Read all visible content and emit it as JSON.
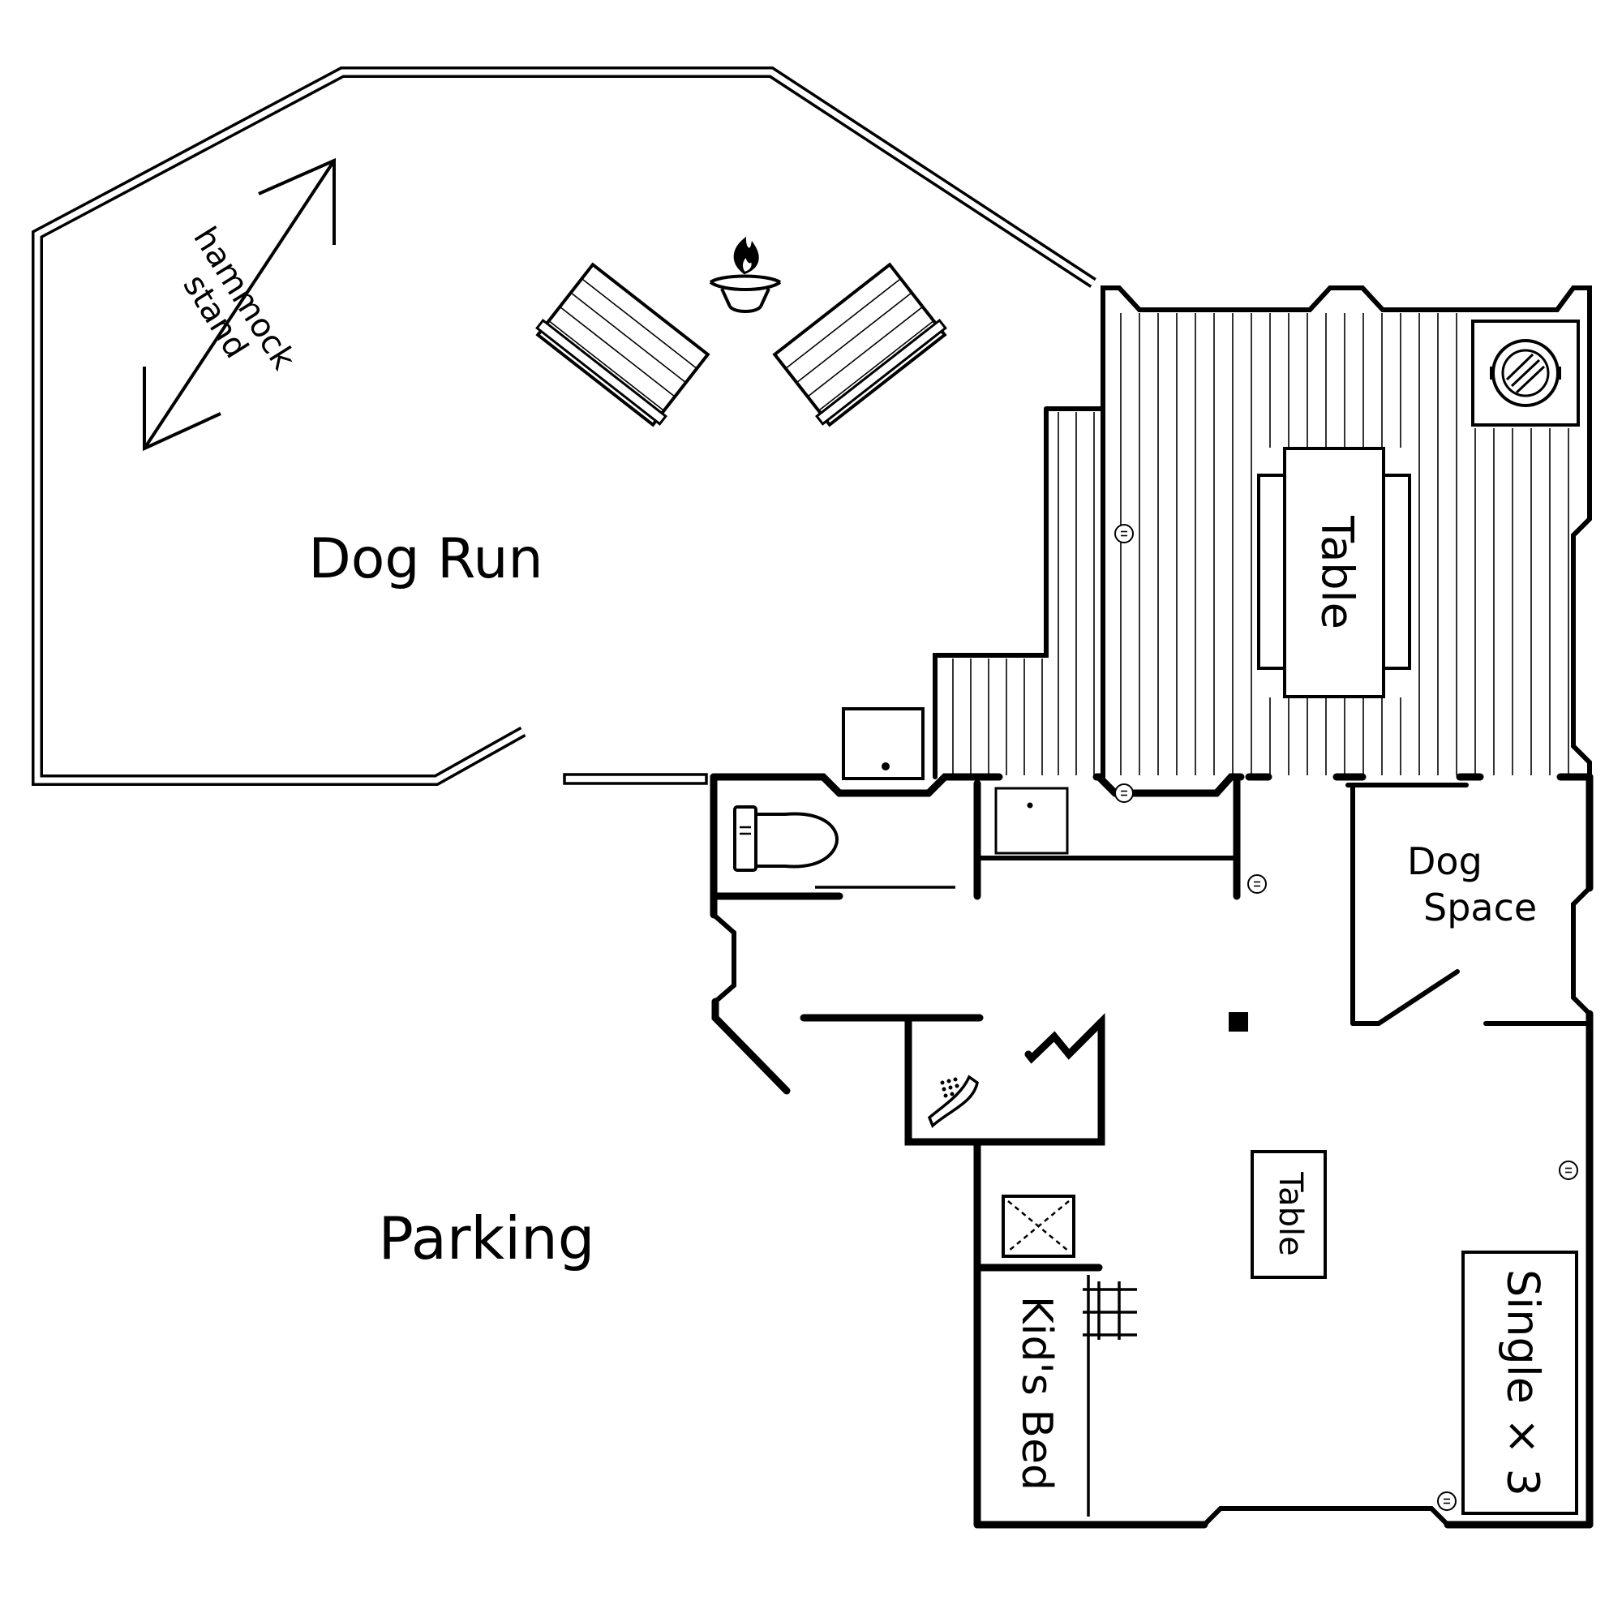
{
  "labels": {
    "dog_run": "Dog Run",
    "parking": "Parking",
    "hammock_line1": "hammock",
    "hammock_line2": "stand",
    "deck_table": "Table",
    "room_table": "Table",
    "dog_space_line1": "Dog",
    "dog_space_line2": "Space",
    "kids_bed": "Kid's Bed",
    "single_beds": "Single × 3"
  },
  "icons": [
    "campfire-icon",
    "grill-icon",
    "toilet-icon",
    "shower-icon",
    "outlet-icon"
  ],
  "colors": {
    "line": "#000000",
    "background": "#ffffff"
  }
}
